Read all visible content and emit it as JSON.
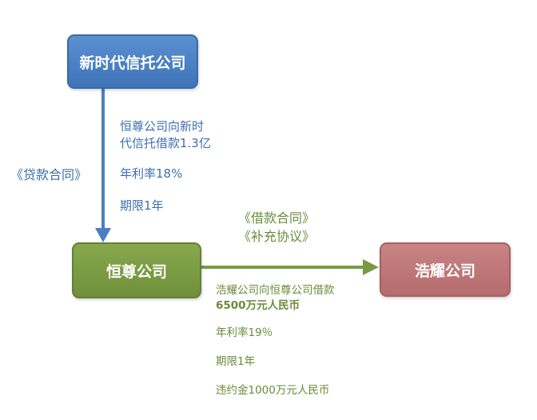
{
  "nodes": {
    "top": "新时代信托公司",
    "middle": "恒尊公司",
    "right": "浩耀公司"
  },
  "loan_contract": {
    "label": "《贷款合同》",
    "desc_line1": "恒尊公司向新时",
    "desc_line2": "代信托借款1.3亿",
    "rate": "年利率18%",
    "term": "期限1年"
  },
  "borrow_contract": {
    "label1": "《借款合同》",
    "label2": "《补充协议》",
    "desc_line1": "浩耀公司向恒尊公司借款",
    "desc_line2": "6500万元人民币",
    "rate": "年利率19％",
    "term": "期限1年",
    "penalty": "违约金1000万元人民币"
  },
  "colors": {
    "top_box": "#4a7fc1",
    "middle_box": "#789a43",
    "right_box": "#bf7778",
    "arrow_blue": "#4a7fc1",
    "arrow_green": "#789a43"
  }
}
